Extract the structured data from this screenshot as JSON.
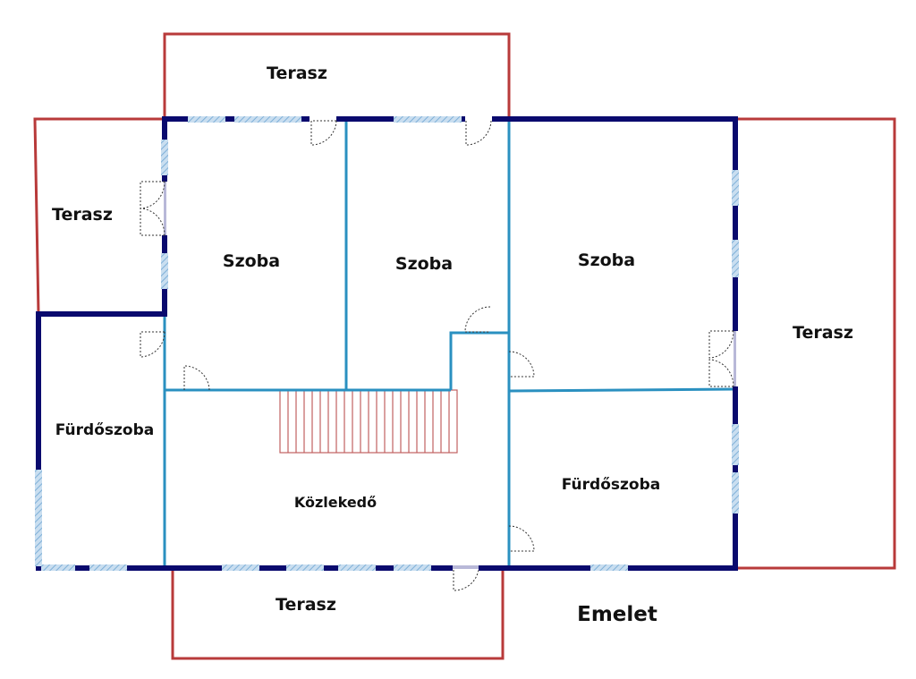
{
  "plan": {
    "title": "Emelet",
    "rooms": {
      "terasz_top": "Terasz",
      "terasz_left": "Terasz",
      "terasz_right": "Terasz",
      "terasz_bottom": "Terasz",
      "szoba_1": "Szoba",
      "szoba_2": "Szoba",
      "szoba_3": "Szoba",
      "furdoszoba_left": "Fürdőszoba",
      "furdoszoba_right": "Fürdőszoba",
      "kozlekedo": "Közlekedő"
    },
    "colors": {
      "exterior_wall": "#0a0a6e",
      "interior_wall": "#2a90c0",
      "terrace_outline": "#b83a3a",
      "window": "#a9cbe6",
      "stairs": "#c06060",
      "door_swing": "#333333"
    }
  }
}
